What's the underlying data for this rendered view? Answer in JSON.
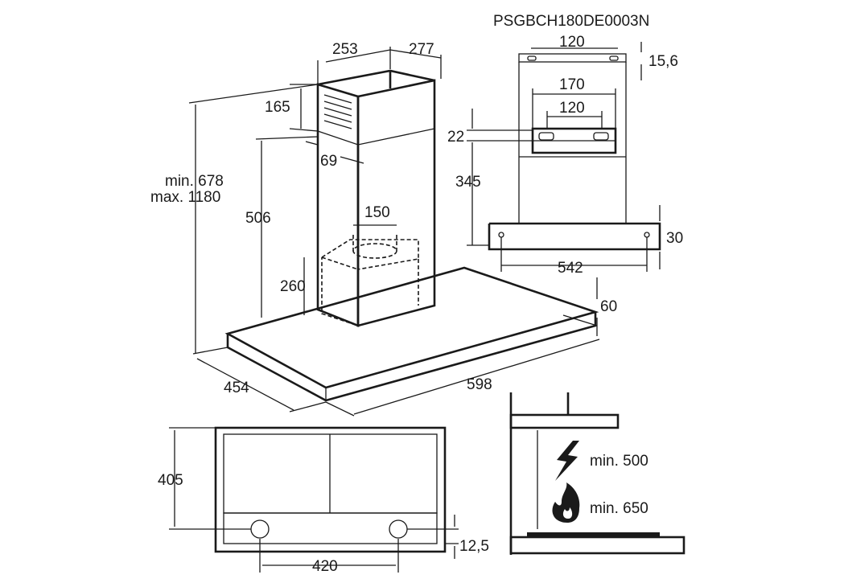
{
  "model_code": "PSGBCH180DE0003N",
  "dimensions": {
    "chimney_width": "253",
    "chimney_depth": "277",
    "vent_height": "165",
    "chimney_offset": "69",
    "total_height": [
      "min. 678",
      "max. 1180"
    ],
    "chimney_lower": "506",
    "outlet_diameter": "150",
    "filter_height": "260",
    "canopy_thickness": "60",
    "depth": "454",
    "width": "598",
    "bracket_top_width": "120",
    "bracket_top_offset": "15,6",
    "bracket_mid_outer": "170",
    "bracket_mid_inner": "120",
    "bracket_mid_height": "22",
    "bracket_span_height": "345",
    "base_offset": "30",
    "base_width": "542",
    "bottom_depth": "405",
    "light_spacing": "420",
    "light_offset": "12,5"
  },
  "clearance": {
    "electric": "min. 500",
    "gas": "min. 650"
  }
}
